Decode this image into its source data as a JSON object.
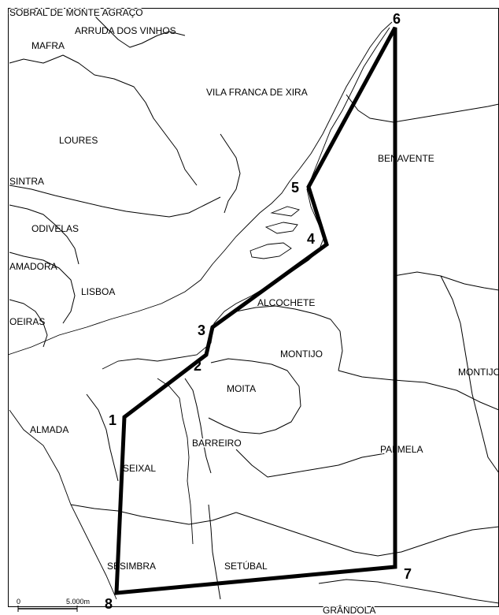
{
  "municipalities": {
    "sobral": "SOBRAL DE MONTE AGRAÇO",
    "arruda": "ARRUDA DOS VINHOS",
    "mafra": "MAFRA",
    "vila_franca": "VILA FRANCA DE XIRA",
    "loures": "LOURES",
    "benavente": "BENAVENTE",
    "sintra": "SINTRA",
    "odivelas": "ODIVELAS",
    "amadora": "AMADORA",
    "lisboa": "LISBOA",
    "alcochete": "ALCOCHETE",
    "oeiras": "OEIRAS",
    "montijo": "MONTIJO",
    "montijo_east": "MONTIJO",
    "moita": "MOITA",
    "almada": "ALMADA",
    "barreiro": "BARREIRO",
    "seixal": "SEIXAL",
    "palmela": "PALMELA",
    "sesimbra": "SESIMBRA",
    "setubal": "SETÚBAL",
    "grandola": "GRÂNDOLA"
  },
  "vertices": [
    "1",
    "2",
    "3",
    "4",
    "5",
    "6",
    "7",
    "8"
  ],
  "scale": {
    "start": "0",
    "end": "5.000m"
  }
}
